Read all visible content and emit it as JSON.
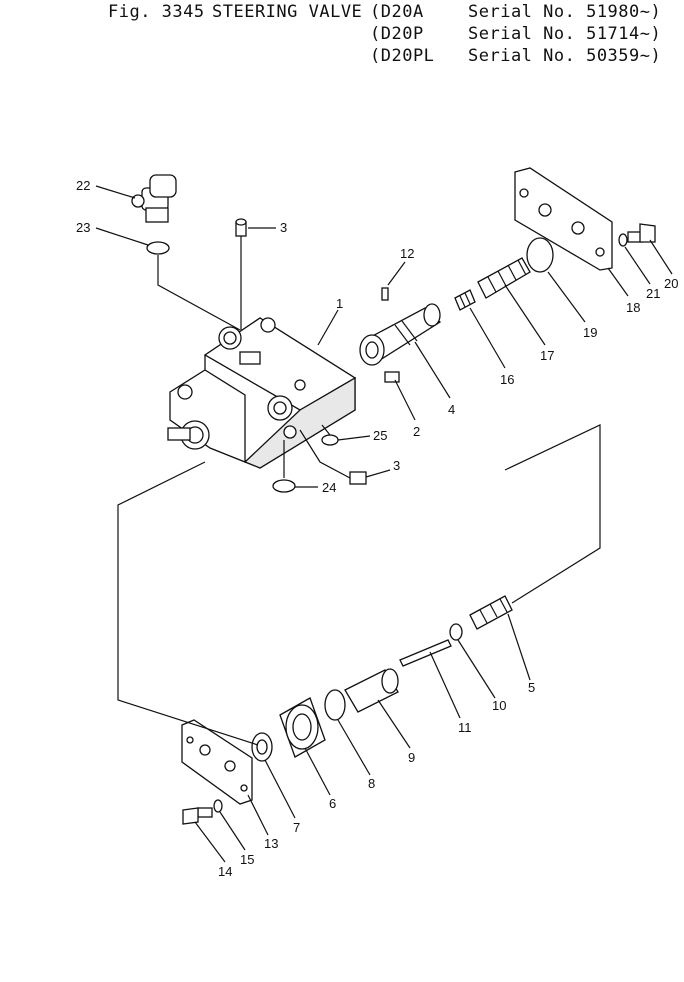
{
  "header": {
    "fig": "Fig. 3345",
    "title": "STEERING VALVE",
    "lines": [
      {
        "model": "(D20A",
        "serial": "Serial No. 51980~)"
      },
      {
        "model": "(D20P",
        "serial": "Serial No. 51714~)"
      },
      {
        "model": "(D20PL",
        "serial": "Serial No. 50359~)"
      }
    ]
  },
  "callouts": [
    "1",
    "2",
    "3",
    "3",
    "4",
    "5",
    "6",
    "7",
    "8",
    "9",
    "10",
    "11",
    "12",
    "13",
    "14",
    "15",
    "16",
    "17",
    "18",
    "19",
    "20",
    "21",
    "22",
    "23",
    "24",
    "25"
  ]
}
